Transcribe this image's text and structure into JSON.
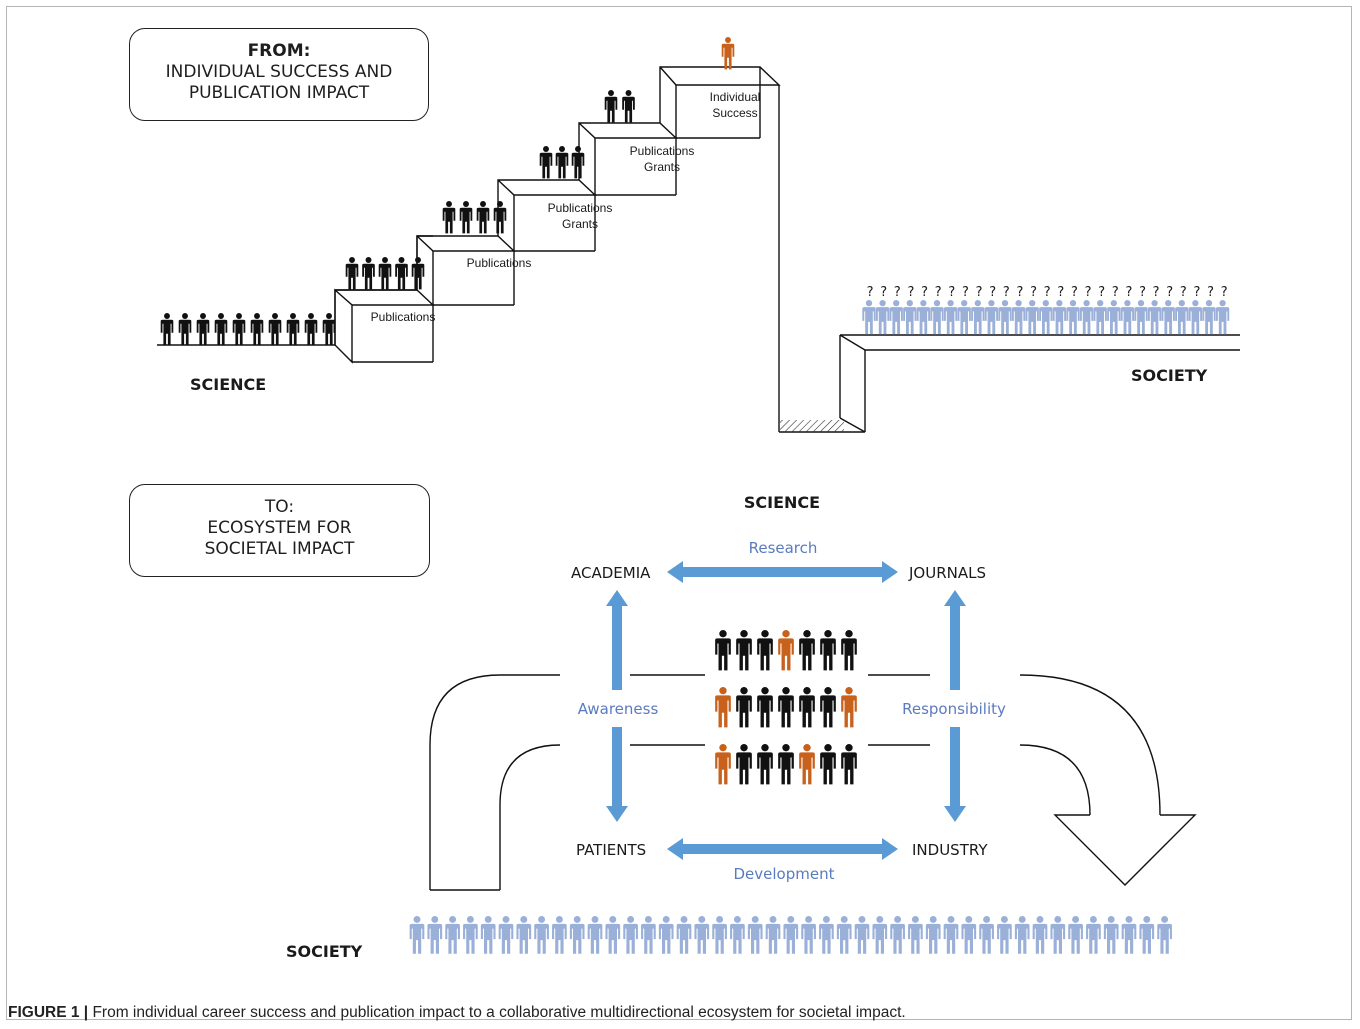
{
  "top_box": {
    "line1": "FROM:",
    "line2": "INDIVIDUAL SUCCESS AND",
    "line3": "PUBLICATION IMPACT"
  },
  "bottom_box": {
    "line1": "TO:",
    "line2": "ECOSYSTEM FOR",
    "line3": "SOCIETAL IMPACT"
  },
  "staircase": {
    "start_label": "SCIENCE",
    "steps": [
      {
        "line1": "Publications",
        "line2": ""
      },
      {
        "line1": "Publications",
        "line2": ""
      },
      {
        "line1": "Publications",
        "line2": "Grants"
      },
      {
        "line1": "Publications",
        "line2": "Grants"
      },
      {
        "line1": "Individual",
        "line2": "Success"
      }
    ],
    "society_label": "SOCIETY",
    "question_marks": "???????????????????????????",
    "people_per_step": [
      10,
      5,
      4,
      3,
      2,
      1
    ]
  },
  "ecosystem": {
    "top_label": "SCIENCE",
    "nodes": {
      "top_left": "ACADEMIA",
      "top_right": "JOURNALS",
      "bottom_left": "PATIENTS",
      "bottom_right": "INDUSTRY"
    },
    "flows": {
      "top": "Research",
      "left": "Awareness",
      "right": "Responsibility",
      "bottom": "Development"
    },
    "society_label": "SOCIETY",
    "crowd_pattern": [
      [
        "k",
        "k",
        "k",
        "o",
        "k",
        "k",
        "k"
      ],
      [
        "o",
        "k",
        "k",
        "k",
        "k",
        "k",
        "o"
      ],
      [
        "o",
        "k",
        "k",
        "k",
        "o",
        "k",
        "k"
      ]
    ]
  },
  "colors": {
    "person_dark": "#111111",
    "person_orange": "#c8611b",
    "person_blue": "#9ab0d8",
    "arrow_blue": "#5b9bd5",
    "flow_text": "#5b7bbf"
  },
  "caption": {
    "label": "FIGURE 1 |",
    "text": " From individual career success and publication impact to a collaborative multidirectional ecosystem for societal impact."
  }
}
